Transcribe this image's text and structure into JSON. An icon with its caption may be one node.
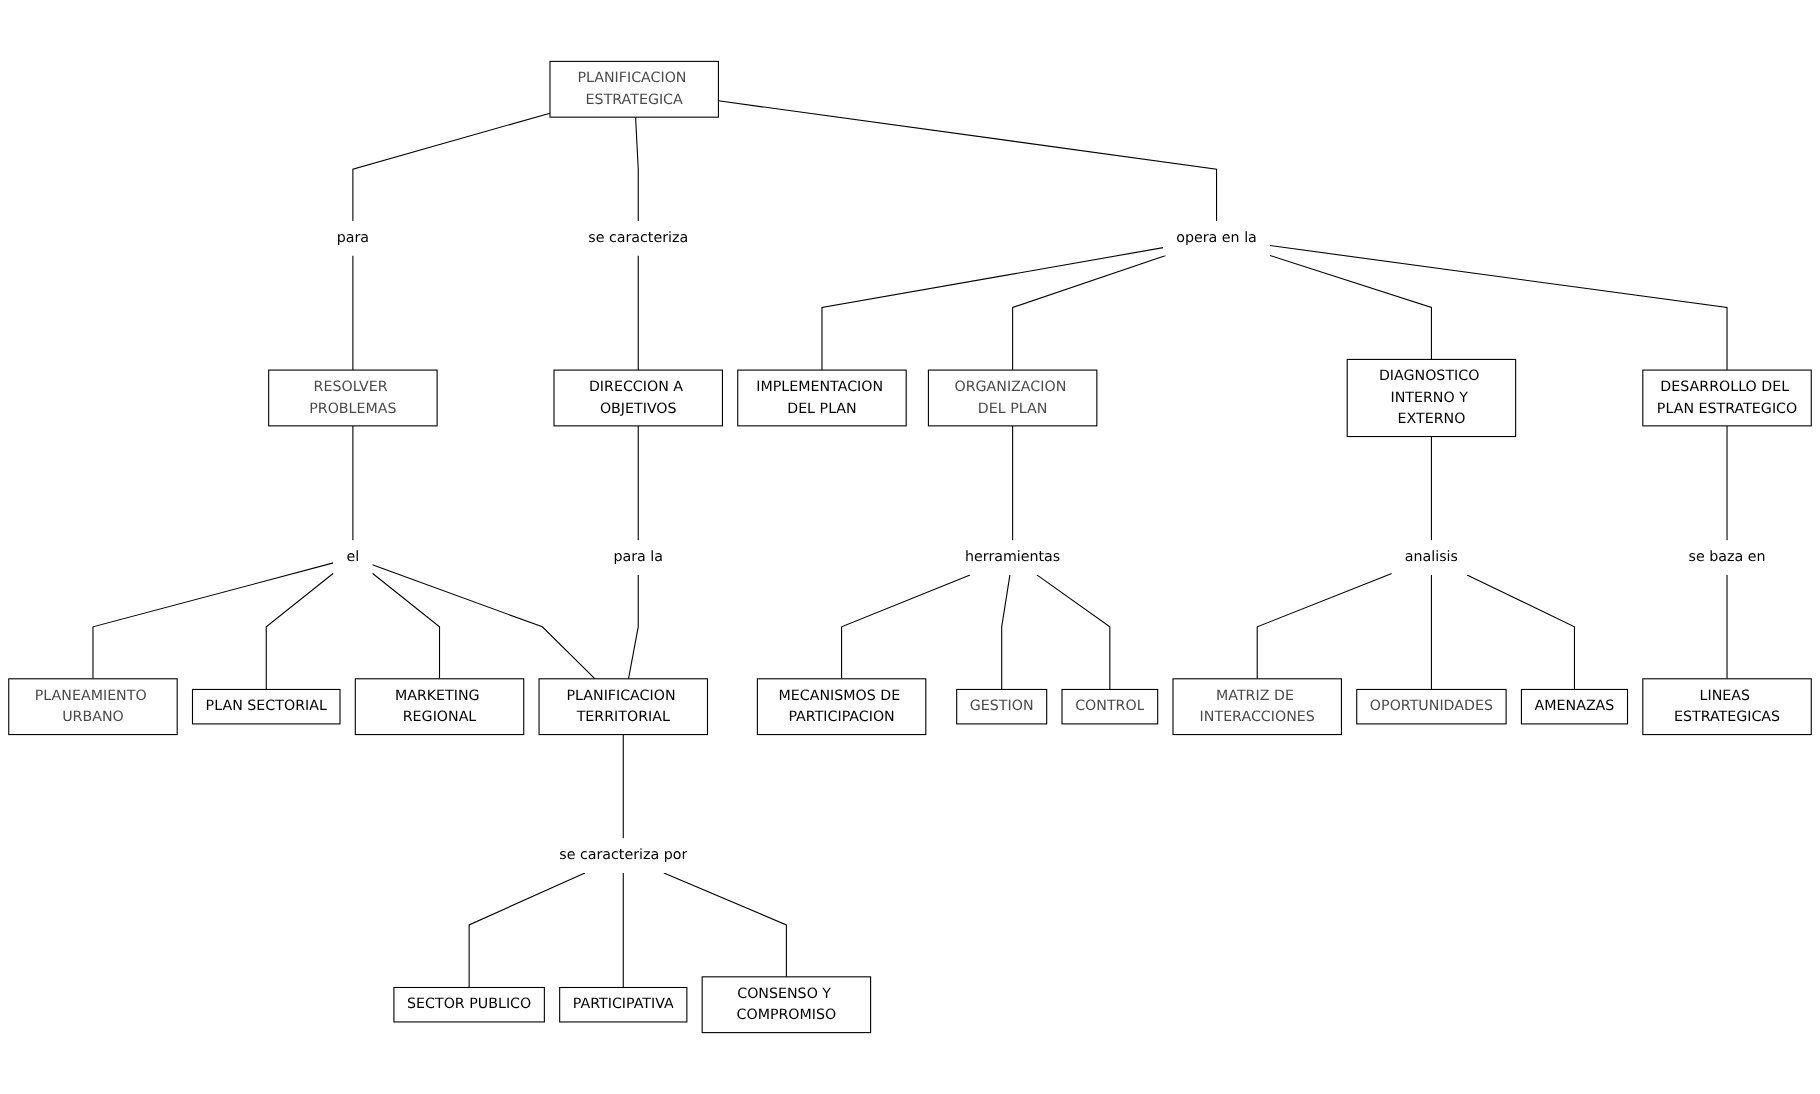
{
  "diagram": {
    "nodes": [
      {
        "text": [
          "PLANIFICACION ESTRATEGICA"
        ]
      },
      {
        "text": [
          "para"
        ]
      },
      {
        "text": [
          "se caracteriza"
        ]
      },
      {
        "text": [
          "RESOLVER PROBLEMAS"
        ]
      },
      {
        "text": [
          "DIRECCION A OBJETIVOS"
        ]
      },
      {
        "text": [
          "opera en la"
        ]
      },
      {
        "text": [
          "el"
        ]
      },
      {
        "text": [
          "IMPLEMENTACION DEL PLAN"
        ]
      },
      {
        "text": [
          "para la"
        ]
      },
      {
        "text": [
          "ORGANIZACION DEL PLAN"
        ]
      },
      {
        "text": [
          "PLANEAMIENTO URBANO"
        ]
      },
      {
        "text": [
          "PLAN SECTORIAL"
        ]
      },
      {
        "text": [
          "MARKETING REGIONAL"
        ]
      },
      {
        "text": [
          "DIAGNOSTICO INTERNO Y EXTERNO"
        ]
      },
      {
        "text": [
          "DESARROLLO DEL PLAN ESTRATEGICO"
        ]
      },
      {
        "text": [
          "PLANIFICACION TERRITORIAL"
        ]
      },
      {
        "text": [
          "se caracteriza por"
        ]
      },
      {
        "text": [
          "herramientas"
        ]
      },
      {
        "text": [
          "SECTOR PUBLICO"
        ]
      },
      {
        "text": [
          "PARTICIPATIVA"
        ]
      },
      {
        "text": [
          "CONSENSO Y COMPROMISO"
        ]
      },
      {
        "text": [
          "MECANISMOS DE PARTICIPACION"
        ]
      },
      {
        "text": [
          "analisis"
        ]
      },
      {
        "text": [
          "GESTION"
        ]
      },
      {
        "text": [
          "CONTROL"
        ]
      },
      {
        "text": [
          "se baza en"
        ]
      },
      {
        "text": [
          "MATRIZ DE INTERACCIONES"
        ]
      },
      {
        "text": [
          "OPORTUNIDADES"
        ]
      },
      {
        "text": [
          "AMENAZAS"
        ]
      },
      {
        "text": [
          "LINEAS ESTRATEGICAS"
        ]
      }
    ],
    "edges": [
      {
        "from": 0,
        "to": 1,
        "arrow": "none"
      },
      {
        "from": 1,
        "to": 3,
        "arrow": "none"
      },
      {
        "from": 0,
        "to": 2,
        "arrow": "none"
      },
      {
        "from": 2,
        "to": 4,
        "arrow": "none"
      },
      {
        "from": 0,
        "to": 5,
        "arrow": "none"
      },
      {
        "from": 3,
        "to": 6,
        "arrow": "none"
      },
      {
        "from": 6,
        "to": 10,
        "arrow": "none"
      },
      {
        "from": 6,
        "to": 11,
        "arrow": "none"
      },
      {
        "from": 6,
        "to": 12,
        "arrow": "none"
      },
      {
        "from": 6,
        "to": 15,
        "arrow": "none"
      },
      {
        "from": 4,
        "to": 8,
        "arrow": "none"
      },
      {
        "from": 8,
        "to": 15,
        "arrow": "none"
      },
      {
        "from": 5,
        "to": 9,
        "arrow": "none"
      },
      {
        "from": 5,
        "to": 13,
        "arrow": "none"
      },
      {
        "from": 5,
        "to": 14,
        "arrow": "none"
      },
      {
        "from": 5,
        "to": 7,
        "arrow": "none"
      },
      {
        "from": 15,
        "to": 16,
        "arrow": "none"
      },
      {
        "from": 16,
        "to": 18,
        "arrow": "none"
      },
      {
        "from": 16,
        "to": 19,
        "arrow": "none"
      },
      {
        "from": 16,
        "to": 20,
        "arrow": "none"
      },
      {
        "from": 9,
        "to": 17,
        "arrow": "none"
      },
      {
        "from": 17,
        "to": 23,
        "arrow": "none"
      },
      {
        "from": 17,
        "to": 24,
        "arrow": "none"
      },
      {
        "from": 17,
        "to": 21,
        "arrow": "none"
      },
      {
        "from": 13,
        "to": 22,
        "arrow": "none"
      },
      {
        "from": 22,
        "to": 26,
        "arrow": "none"
      },
      {
        "from": 22,
        "to": 28,
        "arrow": "none"
      },
      {
        "from": 22,
        "to": 27,
        "arrow": "none"
      },
      {
        "from": 14,
        "to": 25,
        "arrow": "none"
      },
      {
        "from": 25,
        "to": 29,
        "arrow": "none"
      }
    ]
  }
}
